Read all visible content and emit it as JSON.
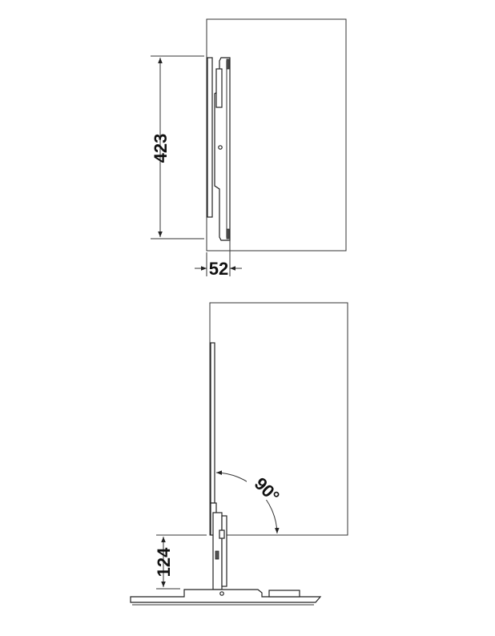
{
  "top_view": {
    "height_dimension": "423",
    "depth_dimension": "52"
  },
  "bottom_view": {
    "height_dimension": "124",
    "angle_dimension": "90°"
  },
  "colors": {
    "line": "#333333",
    "background": "#ffffff"
  }
}
